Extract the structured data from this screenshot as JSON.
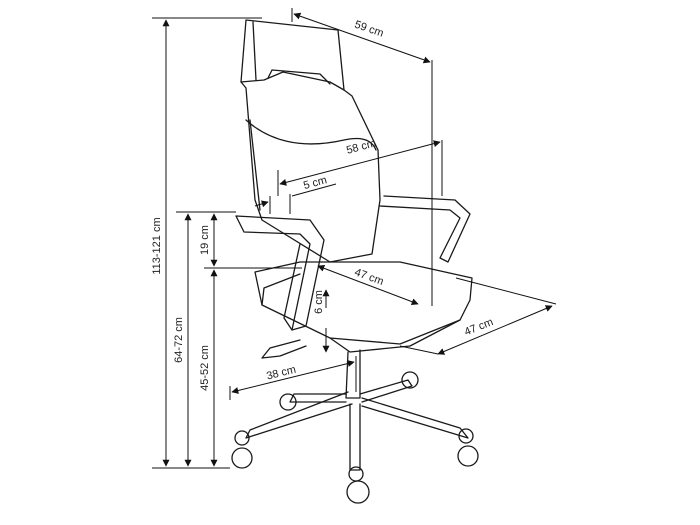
{
  "dimensions": {
    "total_height": "113-121 cm",
    "armrest_height": "64-72 cm",
    "seat_height": "45-52 cm",
    "seat_to_armrest": "19 cm",
    "seat_thickness": "6 cm",
    "overall_width": "59 cm",
    "backrest_width": "58 cm",
    "lumbar": "5 cm",
    "seat_depth": "47 cm",
    "seat_width": "47 cm",
    "base_radius": "38 cm"
  }
}
